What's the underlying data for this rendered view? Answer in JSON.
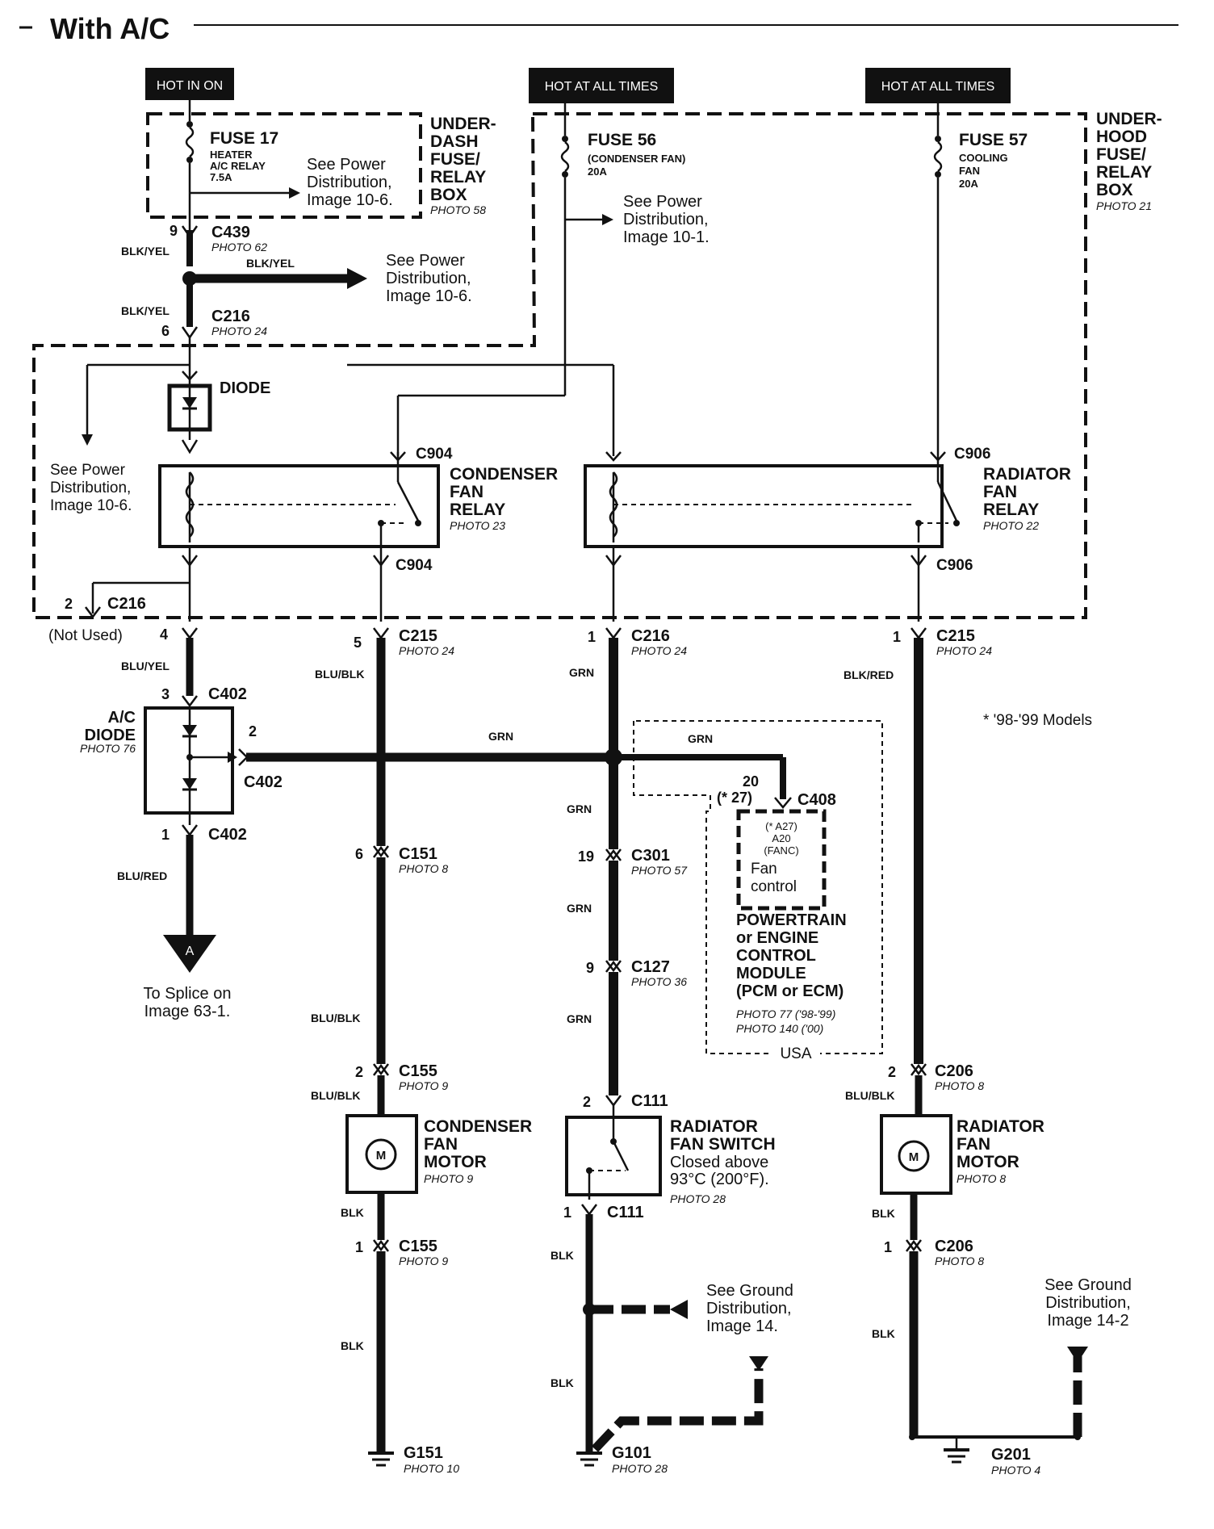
{
  "title": "With A/C",
  "power_labels": {
    "hot_in_on": "HOT IN ON",
    "hot_all_1": "HOT AT ALL TIMES",
    "hot_all_2": "HOT AT ALL TIMES"
  },
  "underdash": {
    "name": "UNDER-\nDASH\nFUSE/\nRELAY\nBOX",
    "photo": "PHOTO 58"
  },
  "underhood": {
    "name": "UNDER-\nHOOD\nFUSE/\nRELAY\nBOX",
    "photo": "PHOTO 21"
  },
  "fuses": {
    "f17": {
      "name": "FUSE 17",
      "desc": "HEATER\nA/C RELAY\n7.5A"
    },
    "f56": {
      "name": "FUSE 56",
      "desc": "(CONDENSER FAN)\n20A"
    },
    "f57": {
      "name": "FUSE 57",
      "desc": "COOLING\nFAN\n20A"
    }
  },
  "refs": {
    "pd_106_a": "See Power\nDistribution,\nImage 10-6.",
    "pd_101": "See Power\nDistribution,\nImage 10-1.",
    "pd_106_b": "See Power\nDistribution,\nImage 10-6.",
    "pd_106_c": "See Power\nDistribution,\nImage 10-6.",
    "gnd_14": "See Ground\nDistribution,\nImage 14.",
    "gnd_142": "See Ground\nDistribution,\nImage 14-2",
    "splice": "To Splice on\nImage  63-1."
  },
  "connectors": {
    "c439": {
      "name": "C439",
      "photo": "PHOTO 62",
      "pin": "9"
    },
    "c216_top": {
      "name": "C216",
      "photo": "PHOTO 24",
      "pin": "6"
    },
    "c904_top": "C904",
    "c904_bot": "C904",
    "c906_top": "C906",
    "c906_bot": "C906",
    "c216_side": {
      "name": "C216",
      "pin": "2",
      "note": "(Not Used)"
    },
    "c216_pin4": "4",
    "c215_a": {
      "name": "C215",
      "photo": "PHOTO 24",
      "pin": "5"
    },
    "c216_b": {
      "name": "C216",
      "photo": "PHOTO 24",
      "pin": "1"
    },
    "c215_b": {
      "name": "C215",
      "photo": "PHOTO 24",
      "pin": "1"
    },
    "c402_top": {
      "name": "C402",
      "pin": "3"
    },
    "c402_side": {
      "name": "C402",
      "pin": "2"
    },
    "c402_bot": {
      "name": "C402",
      "pin": "1"
    },
    "c408": {
      "name": "C408",
      "pin": "20",
      "pin_alt": "(* 27)"
    },
    "c151": {
      "name": "C151",
      "photo": "PHOTO 8",
      "pin": "6"
    },
    "c301": {
      "name": "C301",
      "photo": "PHOTO 57",
      "pin": "19"
    },
    "c127": {
      "name": "C127",
      "photo": "PHOTO 36",
      "pin": "9"
    },
    "c155_top": {
      "name": "C155",
      "photo": "PHOTO 9",
      "pin": "2"
    },
    "c155_bot": {
      "name": "C155",
      "photo": "PHOTO 9",
      "pin": "1"
    },
    "c111_top": {
      "name": "C111",
      "pin": "2"
    },
    "c111_bot": {
      "name": "C111",
      "pin": "1"
    },
    "c206_top": {
      "name": "C206",
      "photo": "PHOTO 8",
      "pin": "2"
    },
    "c206_bot": {
      "name": "C206",
      "photo": "PHOTO 8",
      "pin": "1"
    }
  },
  "wires": {
    "blk_yel_1": "BLK/YEL",
    "blk_yel_2": "BLK/YEL",
    "blk_yel_3": "BLK/YEL",
    "blu_yel": "BLU/YEL",
    "blu_red": "BLU/RED",
    "blu_blk_1": "BLU/BLK",
    "blu_blk_2": "BLU/BLK",
    "blu_blk_3": "BLU/BLK",
    "blu_blk_4": "BLU/BLK",
    "grn_1": "GRN",
    "grn_2": "GRN",
    "grn_3": "GRN",
    "grn_4": "GRN",
    "grn_5": "GRN",
    "grn_6": "GRN",
    "blk_red": "BLK/RED",
    "blk_1": "BLK",
    "blk_2": "BLK",
    "blk_3": "BLK",
    "blk_4": "BLK",
    "blk_5": "BLK",
    "blk_6": "BLK"
  },
  "components": {
    "diode": "DIODE",
    "cond_relay": {
      "name": "CONDENSER\nFAN\nRELAY",
      "photo": "PHOTO 23"
    },
    "rad_relay": {
      "name": "RADIATOR\nFAN\nRELAY",
      "photo": "PHOTO 22"
    },
    "ac_diode": {
      "name": "A/C\nDIODE",
      "photo": "PHOTO 76"
    },
    "pcm": {
      "pin": "(* A27)\nA20\n(FANC)",
      "func": "Fan\ncontrol",
      "name": "POWERTRAIN\nor ENGINE\nCONTROL\nMODULE\n(PCM or ECM)",
      "photo": "PHOTO 77 ('98-'99)\nPHOTO 140 ('00)",
      "region": "USA"
    },
    "cond_motor": {
      "name": "CONDENSER\nFAN\nMOTOR",
      "photo": "PHOTO 9",
      "symbol": "M"
    },
    "rad_switch": {
      "name": "RADIATOR\nFAN SWITCH",
      "desc": "Closed above\n93°C (200°F).",
      "photo": "PHOTO 28"
    },
    "rad_motor": {
      "name": "RADIATOR\nFAN\nMOTOR",
      "photo": "PHOTO 8",
      "symbol": "M"
    }
  },
  "grounds": {
    "g151": {
      "name": "G151",
      "photo": "PHOTO 10"
    },
    "g101": {
      "name": "G101",
      "photo": "PHOTO 28"
    },
    "g201": {
      "name": "G201",
      "photo": "PHOTO 4"
    }
  },
  "splice_marker": "A",
  "model_note": "* '98-'99 Models"
}
